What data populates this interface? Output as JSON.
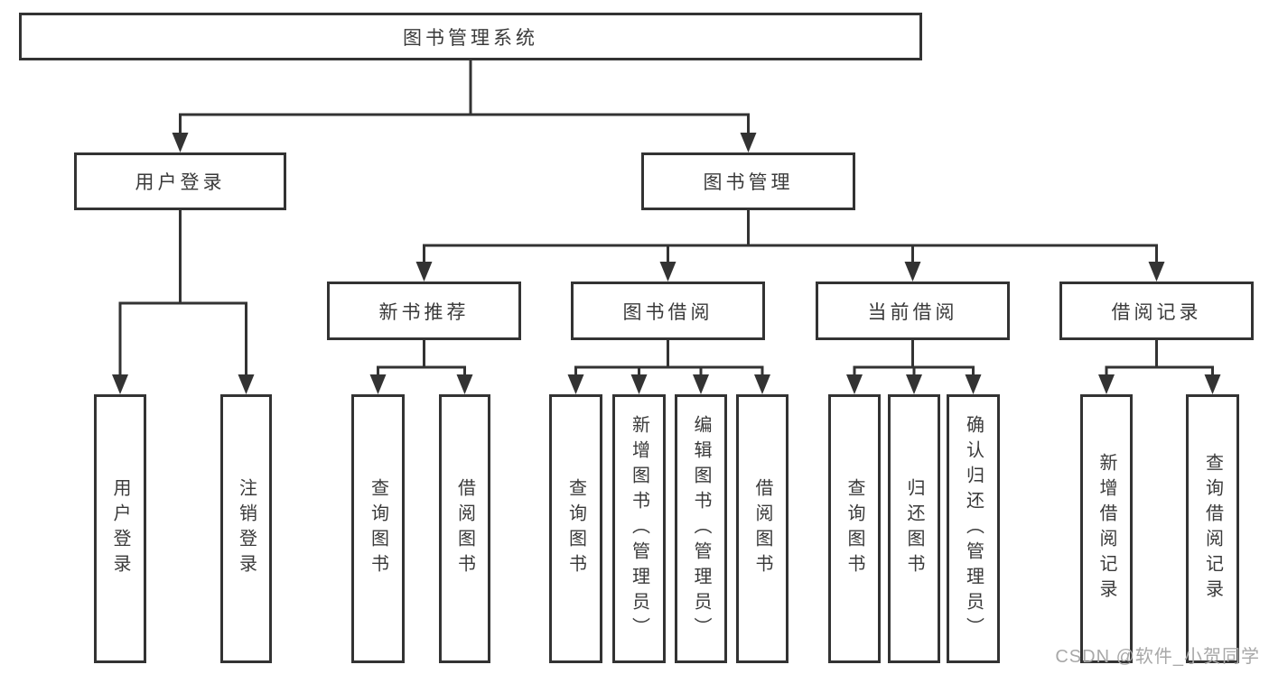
{
  "tree": {
    "label": "图书管理系统",
    "children": [
      {
        "label": "用户登录",
        "children": [
          {
            "label": "用户登录"
          },
          {
            "label": "注销登录"
          }
        ]
      },
      {
        "label": "图书管理",
        "children": [
          {
            "label": "新书推荐",
            "children": [
              {
                "label": "查询图书"
              },
              {
                "label": "借阅图书"
              }
            ]
          },
          {
            "label": "图书借阅",
            "children": [
              {
                "label": "查询图书"
              },
              {
                "label": "新增图书（管理员）"
              },
              {
                "label": "编辑图书（管理员）"
              },
              {
                "label": "借阅图书"
              }
            ]
          },
          {
            "label": "当前借阅",
            "children": [
              {
                "label": "查询图书"
              },
              {
                "label": "归还图书"
              },
              {
                "label": "确认归还（管理员）"
              }
            ]
          },
          {
            "label": "借阅记录",
            "children": [
              {
                "label": "新增借阅记录"
              },
              {
                "label": "查询借阅记录"
              }
            ]
          }
        ]
      }
    ]
  },
  "watermark": {
    "text": "CSDN @软件_小贺同学",
    "color": "#a8a8a8"
  },
  "colors": {
    "line": "#333333",
    "box_border": "#333333",
    "text": "#3a3a3a",
    "background": "#ffffff"
  }
}
